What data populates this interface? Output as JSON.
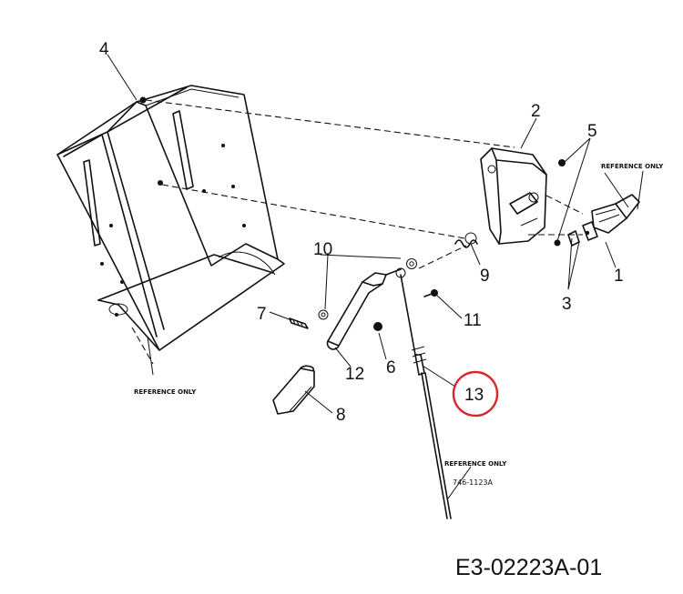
{
  "diagram": {
    "id": "E3-02223A-01",
    "reference_labels": [
      "REFERENCE ONLY",
      "REFERENCE ONLY",
      "REFERENCE ONLY"
    ],
    "cable_part_number": "746-1123A",
    "callouts": [
      "1",
      "2",
      "3",
      "4",
      "5",
      "6",
      "7",
      "8",
      "9",
      "10",
      "11",
      "12",
      "13"
    ],
    "highlighted_callout": "13",
    "highlight_color": "#d9262c",
    "line_color": "#111111"
  }
}
